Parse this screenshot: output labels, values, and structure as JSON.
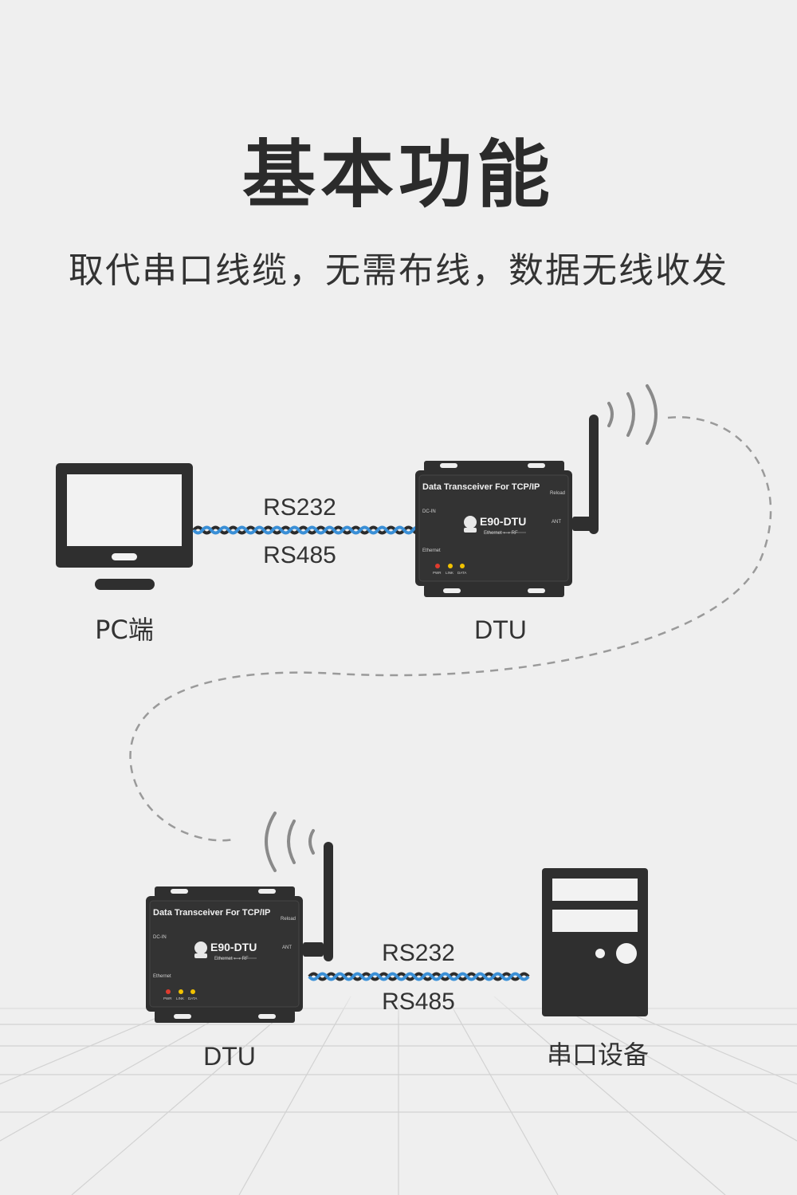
{
  "header": {
    "title": "基本功能",
    "subtitle": "取代串口线缆，无需布线，数据无线收发"
  },
  "top_row": {
    "pc_label": "PC端",
    "dtu_label": "DTU",
    "cable_label_1": "RS232",
    "cable_label_2": "RS485"
  },
  "bottom_row": {
    "dtu_label": "DTU",
    "device_label": "串口设备",
    "cable_label_1": "RS232",
    "cable_label_2": "RS485"
  },
  "dtu_device": {
    "caption": "Data Transceiver For TCP/IP",
    "model": "E90-DTU",
    "sub": "Ethernet ⟷ RF",
    "reload": "Reload",
    "dcin": "DC-IN",
    "ant": "ANT",
    "ethernet": "Ethernet",
    "leds": [
      "PWR",
      "LINK",
      "DATA"
    ]
  },
  "colors": {
    "background": "#efefef",
    "device": "#2f2f2f",
    "cable_blue": "#3a8fd6",
    "cable_dark": "#2b2b2b",
    "dashed_link": "#9a9a9a",
    "led_red": "#e03b2e",
    "led_yellow": "#f2c200"
  }
}
